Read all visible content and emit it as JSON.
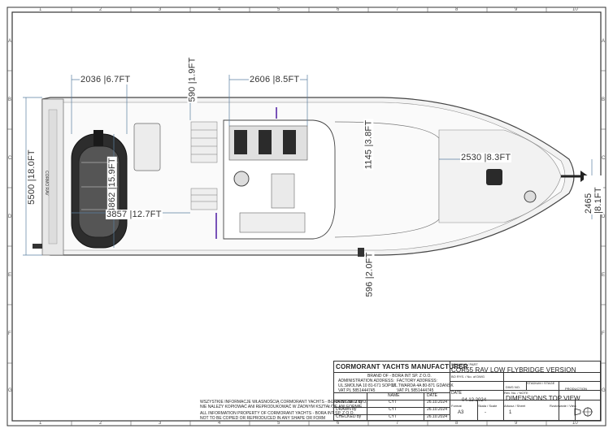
{
  "dimensions": {
    "tender_length": "2036 |6.7FT",
    "deck_offset": "590 |1.9FT",
    "salon_length": "2606 |8.5FT",
    "flybridge_width": "1145 |3.8FT",
    "fore_deck": "2530 |8.3FT",
    "beam": "5500 |18.0FT",
    "tender_beam": "4862 |15.9FT",
    "aft_area": "3857 |12.7FT",
    "bow_width": "2465 |8.1FT",
    "side_deck": "596 |2.0FT"
  },
  "boat_label": "CORMO RAV",
  "grid": {
    "top_cols": [
      "1",
      "2",
      "3",
      "4",
      "5",
      "6",
      "7",
      "8",
      "9",
      "10"
    ],
    "side_rows": [
      "A",
      "B",
      "C",
      "D",
      "E",
      "F",
      "G"
    ]
  },
  "title_block": {
    "company": "CORMORANT YACHTS MANUFACTURER",
    "brand": "BRAND OF - BORA INT SP. Z O.O.",
    "admin_address_label": "ADMINISTRATION ADDRESS:",
    "admin_address": "UL.SMOLNA 10 81-671 SOPOT",
    "admin_vat": "VAT PL 5851444745",
    "factory_address_label": "FACTORY ADDRESS:",
    "factory_address": "UL.TWARDA 4A 80-871 GDANSK",
    "factory_vat": "VAT PL 5851444745",
    "drawing_label": "DRAWING / PART",
    "drawing_title": "COR55 RAV LOW FLYBRIDGE VERSION",
    "drawing_no_label": "BO RYS. / No. of DWG",
    "dwg_no_label": "DWG NO.",
    "stage_label": "STADIUM / STAGE",
    "stage_value": "PRODUCTION",
    "date_label": "DATE",
    "date_value": "04.12.2024",
    "rev_label": "Rev. No. / NOTE",
    "sheet_title": "DIMENSIONS TOP VIEW",
    "format_label": "Format",
    "format_value": "A3",
    "scale_label": "Skala / Scale",
    "scale_value": "-",
    "sheet_label": "Arkusz / Sheet",
    "sheet_value": "1",
    "proj_label": "Rzutowanie / View",
    "name_col": "NAME",
    "date_col": "DATE",
    "rows": [
      {
        "role": "DESIGNED by",
        "name": "CYT",
        "date": "26.10.2024"
      },
      {
        "role": "DRAWN by",
        "name": "CYT",
        "date": "26.10.2024"
      },
      {
        "role": "CHECKED by",
        "name": "CYT",
        "date": "26.10.2024"
      }
    ],
    "notice_pl_1": "WSZYSTKIE INFORMACJE WŁASNOŚCIĄ CORMORANT YACHTS - BORA INT SP. Z O.O.",
    "notice_pl_2": "NIE NALEŻY KOPIOWAĆ ANI REPRODUKOWAĆ W ŻADNYM KSZTAŁCIE ANI FORMIE",
    "notice_en_1": "ALL INFORMATION PROPERTY OF CORMORANT YACHTS - BORA INT SP. Z O.O.",
    "notice_en_2": "NOT TO BE COPIED OR REPRODUCED IN ANY SHAPE OR FORM"
  }
}
